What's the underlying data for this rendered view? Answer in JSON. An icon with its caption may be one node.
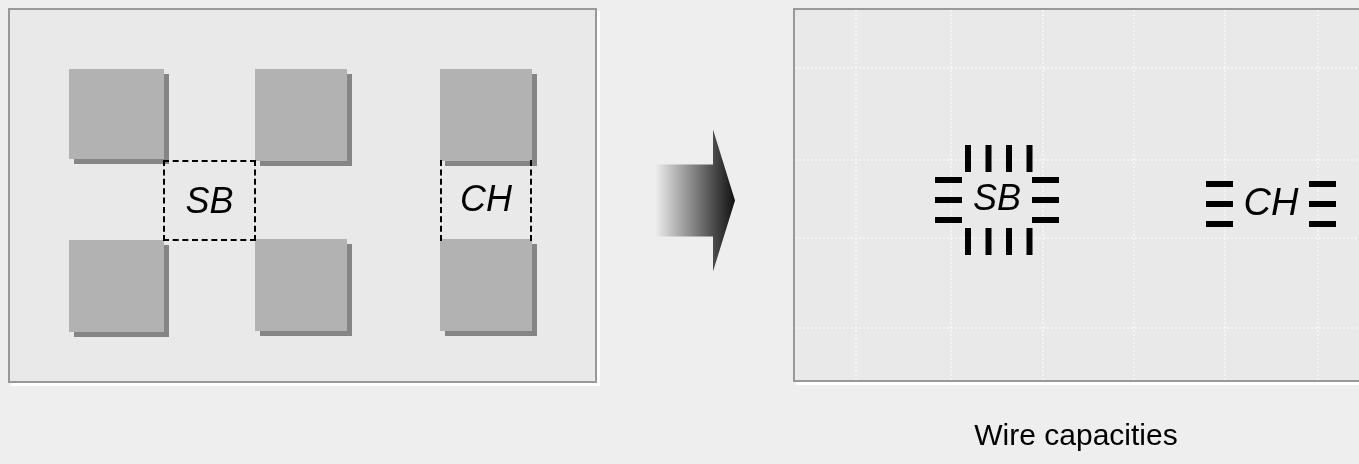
{
  "diagram": {
    "nodes": [
      {
        "text": [],
        "shape": "box"
      },
      {
        "text": [
          "SB"
        ],
        "in": 0
      },
      {
        "text": [
          "CH"
        ],
        "in": 0
      },
      {
        "text": [],
        "shape": "box",
        "beside": [
          "Wire capacities"
        ]
      },
      {
        "text": [
          "SB"
        ],
        "in": 3
      },
      {
        "text": [
          "CH"
        ],
        "in": 3
      }
    ],
    "edges": [
      {
        "from": 0,
        "to": 3,
        "arrow": "to"
      }
    ]
  }
}
